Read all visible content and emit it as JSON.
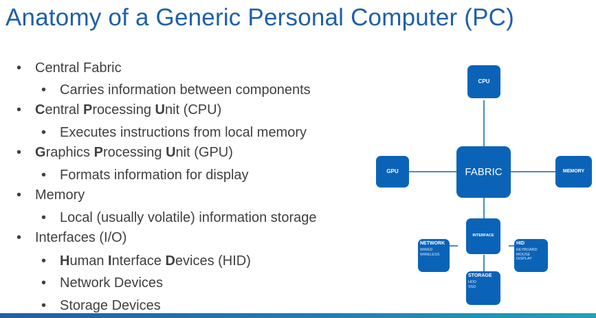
{
  "slide": {
    "title": "Anatomy of a Generic Personal Computer (PC)"
  },
  "bullets": {
    "b1": "Central Fabric",
    "b1_sub": "Carries information between components",
    "b2_parts": [
      "C",
      "entral ",
      "P",
      "rocessing ",
      "U",
      "nit (CPU)"
    ],
    "b2_sub": "Executes instructions from local memory",
    "b3_parts": [
      "G",
      "raphics ",
      "P",
      "rocessing ",
      "U",
      "nit (GPU)"
    ],
    "b3_sub": "Formats information for display",
    "b4": "Memory",
    "b4_sub": "Local (usually volatile) information storage",
    "b5": "Interfaces (I/O)",
    "b5_sub1_parts": [
      "H",
      "uman ",
      "I",
      "nterface ",
      "D",
      "evices (HID)"
    ],
    "b5_sub2": "Network Devices",
    "b5_sub3": "Storage Devices",
    "bullet_char": "•"
  },
  "diagram": {
    "cpu": "CPU",
    "gpu": "GPU",
    "fabric": "FABRIC",
    "memory": "MEMORY",
    "interface": "INTERFACE",
    "network": "NETWORK",
    "network_items": [
      "WIRED",
      "WIRELESS"
    ],
    "hid": "HID",
    "hid_items": [
      "KEYBOARD",
      "MOUSE",
      "DISPLAY"
    ],
    "storage": "STORAGE",
    "storage_items": [
      "HDD",
      "SSD"
    ],
    "box_color": "#0b63b8",
    "line_color": "#0b63b8"
  },
  "colors": {
    "title": "#1f5fa8",
    "body_text": "#404040"
  }
}
